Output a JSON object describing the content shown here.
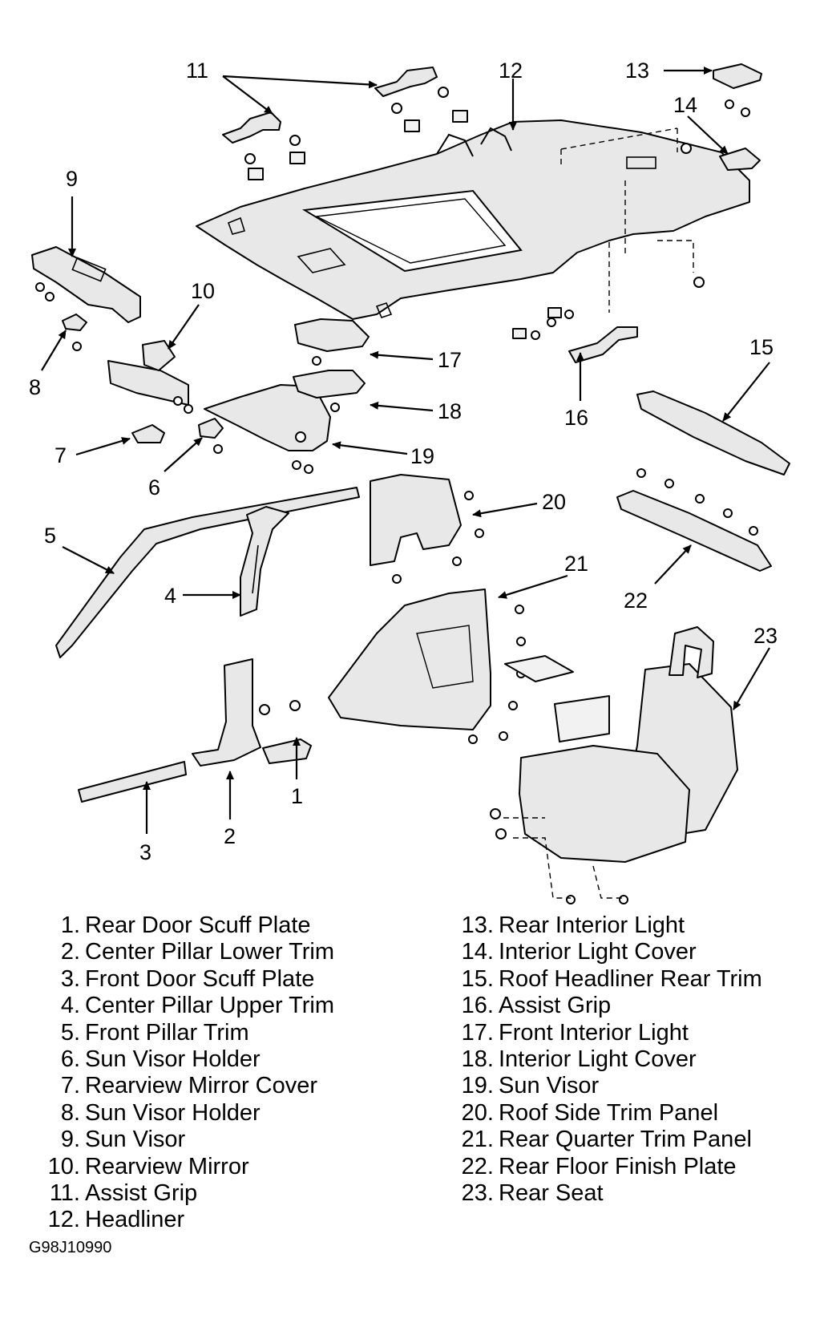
{
  "callouts": [
    "1",
    "2",
    "3",
    "4",
    "5",
    "6",
    "7",
    "8",
    "9",
    "10",
    "11",
    "12",
    "13",
    "14",
    "15",
    "16",
    "17",
    "18",
    "19",
    "20",
    "21",
    "22",
    "23"
  ],
  "legend": [
    {
      "number": "1.",
      "name": "Rear Door Scuff Plate"
    },
    {
      "number": "2.",
      "name": "Center Pillar Lower Trim"
    },
    {
      "number": "3.",
      "name": "Front Door Scuff Plate"
    },
    {
      "number": "4.",
      "name": "Center Pillar Upper Trim"
    },
    {
      "number": "5.",
      "name": "Front Pillar Trim"
    },
    {
      "number": "6.",
      "name": "Sun Visor Holder"
    },
    {
      "number": "7.",
      "name": "Rearview Mirror Cover"
    },
    {
      "number": "8.",
      "name": "Sun Visor Holder"
    },
    {
      "number": "9.",
      "name": "Sun Visor"
    },
    {
      "number": "10.",
      "name": "Rearview Mirror"
    },
    {
      "number": "11.",
      "name": "Assist Grip"
    },
    {
      "number": "12.",
      "name": "Headliner"
    },
    {
      "number": "13.",
      "name": "Rear Interior Light"
    },
    {
      "number": "14.",
      "name": "Interior Light Cover"
    },
    {
      "number": "15.",
      "name": "Roof Headliner Rear Trim"
    },
    {
      "number": "16.",
      "name": "Assist Grip"
    },
    {
      "number": "17.",
      "name": "Front Interior Light"
    },
    {
      "number": "18.",
      "name": "Interior Light Cover"
    },
    {
      "number": "19.",
      "name": "Sun Visor"
    },
    {
      "number": "20.",
      "name": "Roof Side Trim Panel"
    },
    {
      "number": "21.",
      "name": "Rear Quarter Trim Panel"
    },
    {
      "number": "22.",
      "name": "Rear Floor Finish Plate"
    },
    {
      "number": "23.",
      "name": "Rear Seat"
    }
  ],
  "figure_id": "G98J10990"
}
